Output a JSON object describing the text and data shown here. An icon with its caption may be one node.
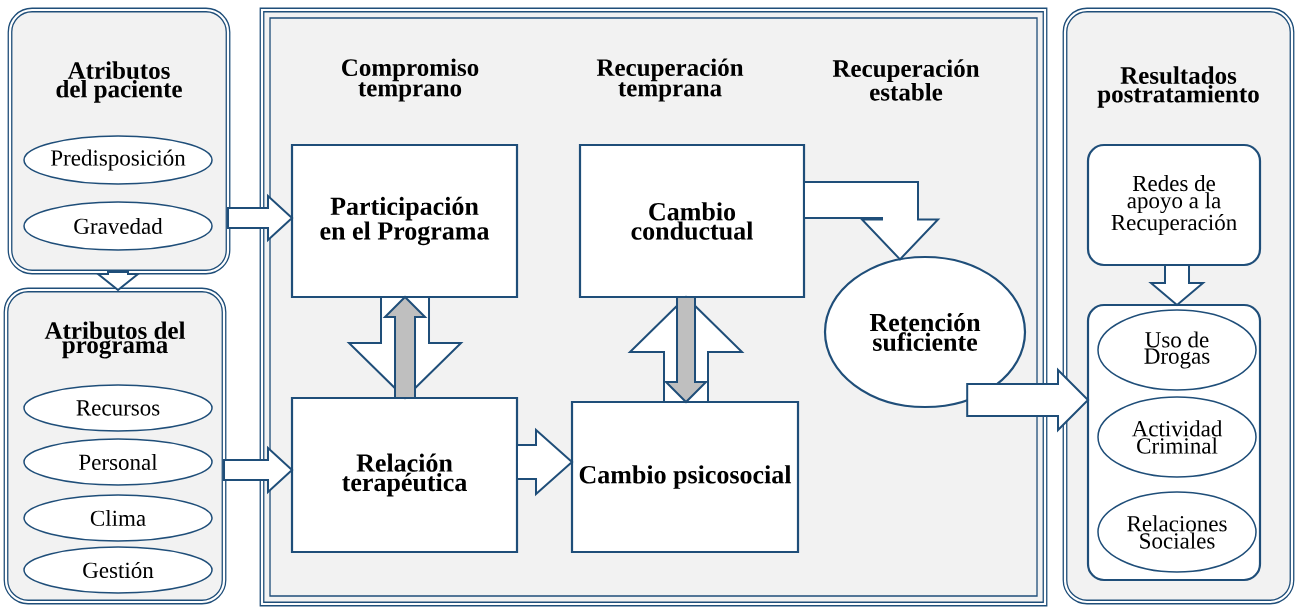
{
  "diagram": {
    "nodes": [
      {
        "text": [
          "Atributos del paciente"
        ]
      },
      {
        "text": [
          "Predisposición"
        ],
        "in": 0
      },
      {
        "text": [
          "Gravedad"
        ],
        "in": 0
      },
      {
        "text": [
          "Atributos del programa"
        ]
      },
      {
        "text": [
          "Recursos"
        ],
        "in": 3
      },
      {
        "text": [
          "Personal"
        ],
        "in": 3
      },
      {
        "text": [
          "Clima"
        ],
        "in": 3
      },
      {
        "text": [
          "Gestión"
        ],
        "in": 3
      },
      {
        "text": [
          "Compromiso temprano",
          "Recuperación temprana",
          "Recuperación estable"
        ]
      },
      {
        "text": [
          "Participación en el Programa"
        ],
        "in": 8
      },
      {
        "text": [
          "Relación terapéutica"
        ],
        "in": 8
      },
      {
        "text": [
          "Cambio conductual"
        ],
        "in": 8
      },
      {
        "text": [
          "Cambio psicosocial"
        ],
        "in": 8
      },
      {
        "text": [
          "Retención suficiente"
        ],
        "in": 8
      },
      {
        "text": [
          "Resultados postratamiento"
        ]
      },
      {
        "text": [
          "Redes de apoyo a la Recuperación"
        ],
        "in": 14
      },
      {
        "text": [],
        "shape": "box",
        "in": 14
      },
      {
        "text": [
          "Uso de Drogas"
        ],
        "in": 16
      },
      {
        "text": [
          "Actividad Criminal"
        ],
        "in": 16
      },
      {
        "text": [
          "Relaciones Sociales"
        ],
        "in": 16
      }
    ],
    "edges": [
      {
        "from": 0,
        "to": 9,
        "arrow": "to"
      },
      {
        "from": 0,
        "to": 3,
        "arrow": "to"
      },
      {
        "from": 3,
        "to": 10,
        "arrow": "to"
      },
      {
        "from": 9,
        "to": 10,
        "arrow": "to"
      },
      {
        "from": 10,
        "to": 9,
        "arrow": "to",
        "color": "#bfbfbf"
      },
      {
        "from": 12,
        "to": 11,
        "arrow": "to"
      },
      {
        "from": 11,
        "to": 12,
        "arrow": "to",
        "color": "#bfbfbf"
      },
      {
        "from": 10,
        "to": 12,
        "arrow": "to"
      },
      {
        "from": 11,
        "to": 13,
        "arrow": "to"
      },
      {
        "from": 13,
        "to": 16,
        "arrow": "to"
      },
      {
        "from": 15,
        "to": 16,
        "arrow": "to"
      }
    ]
  }
}
